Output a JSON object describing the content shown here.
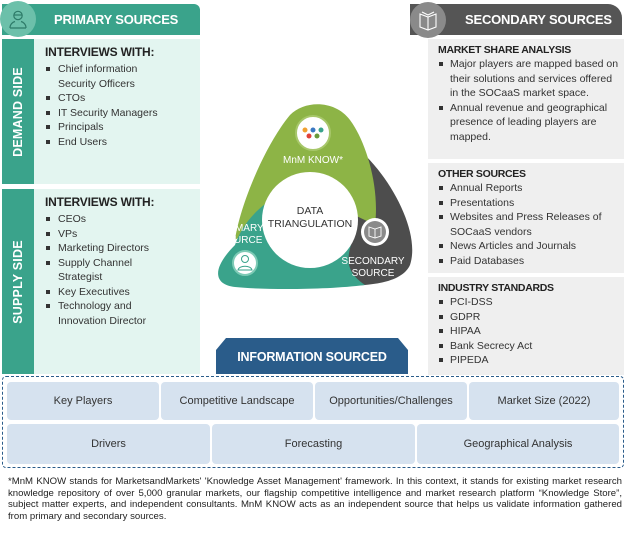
{
  "primary": {
    "title": "PRIMARY SOURCES",
    "icon": "user-icon",
    "demand": {
      "side_label": "DEMAND SIDE",
      "heading": "INTERVIEWS WITH:",
      "items": [
        "Chief information Security Officers",
        "CTOs",
        "IT Security Managers",
        "Principals",
        "End Users"
      ]
    },
    "supply": {
      "side_label": "SUPPLY SIDE",
      "heading": "INTERVIEWS WITH:",
      "items": [
        "CEOs",
        "VPs",
        "Marketing Directors",
        "Supply Channel Strategist",
        "Key Executives",
        "Technology and Innovation Director"
      ]
    }
  },
  "secondary": {
    "title": "SECONDARY SOURCES",
    "icon": "book-icon",
    "sections": [
      {
        "heading": "MARKET SHARE ANALYSIS",
        "items": [
          "Major players are mapped  based on their solutions and services offered in the SOCaaS market space.",
          "Annual revenue and geographical presence of leading players are mapped."
        ]
      },
      {
        "heading": "OTHER SOURCES",
        "items": [
          "Annual Reports",
          "Presentations",
          "Websites and Press Releases of SOCaaS vendors",
          "News Articles and Journals",
          "Paid Databases"
        ]
      },
      {
        "heading": "INDUSTRY STANDARDS",
        "items": [
          "PCI-DSS",
          "GDPR",
          "HIPAA",
          "Bank Secrecy Act",
          "PIPEDA"
        ]
      }
    ]
  },
  "triangulation": {
    "center": [
      "DATA",
      "TRIANGULATION"
    ],
    "mnm": "MnM KNOW*",
    "primary": [
      "PRIMARY",
      "SOURCE"
    ],
    "secondary": [
      "SECONDARY",
      "SOURCE"
    ],
    "colors": {
      "green": "#8db446",
      "teal": "#3aa38b",
      "dark": "#4d4d4d"
    }
  },
  "info": {
    "title": "INFORMATION SOURCED",
    "row1": [
      "Key Players",
      "Competitive Landscape",
      "Opportunities/Challenges",
      "Market Size (2022)"
    ],
    "row2": [
      "Drivers",
      "Forecasting",
      "Geographical Analysis"
    ]
  },
  "footnote": "*MnM KNOW stands for MarketsandMarkets' 'Knowledge Asset Management' framework. In this context, it stands for existing market research knowledge repository of over 5,000 granular markets, our flagship competitive intelligence and market research platform “Knowledge Store”, subject matter experts, and independent consultants. MnM KNOW acts as an independent source that helps us validate information gathered from primary and secondary sources."
}
